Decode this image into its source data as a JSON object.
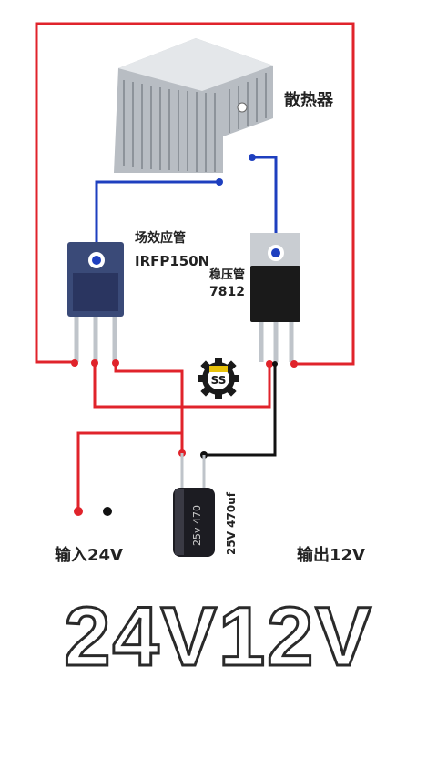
{
  "labels": {
    "heatsink": "散热器",
    "mosfet_name": "场效应管",
    "mosfet_model": "IRFP150N",
    "regulator_name": "稳压管",
    "regulator_model": "7812",
    "capacitor_value": "25V 470uf",
    "capacitor_print": "25v 470",
    "logo_text": "SS",
    "input": "输入24V",
    "output": "输出12V",
    "title": "24V12V"
  },
  "colors": {
    "wire_red": "#e0232b",
    "wire_blue": "#1e3fbf",
    "wire_black": "#111111",
    "mosfet_body": "#3a4a78",
    "regulator_body": "#1a1a1a",
    "heatsink": "#c9cdd2",
    "capacitor": "#1c1c22"
  }
}
